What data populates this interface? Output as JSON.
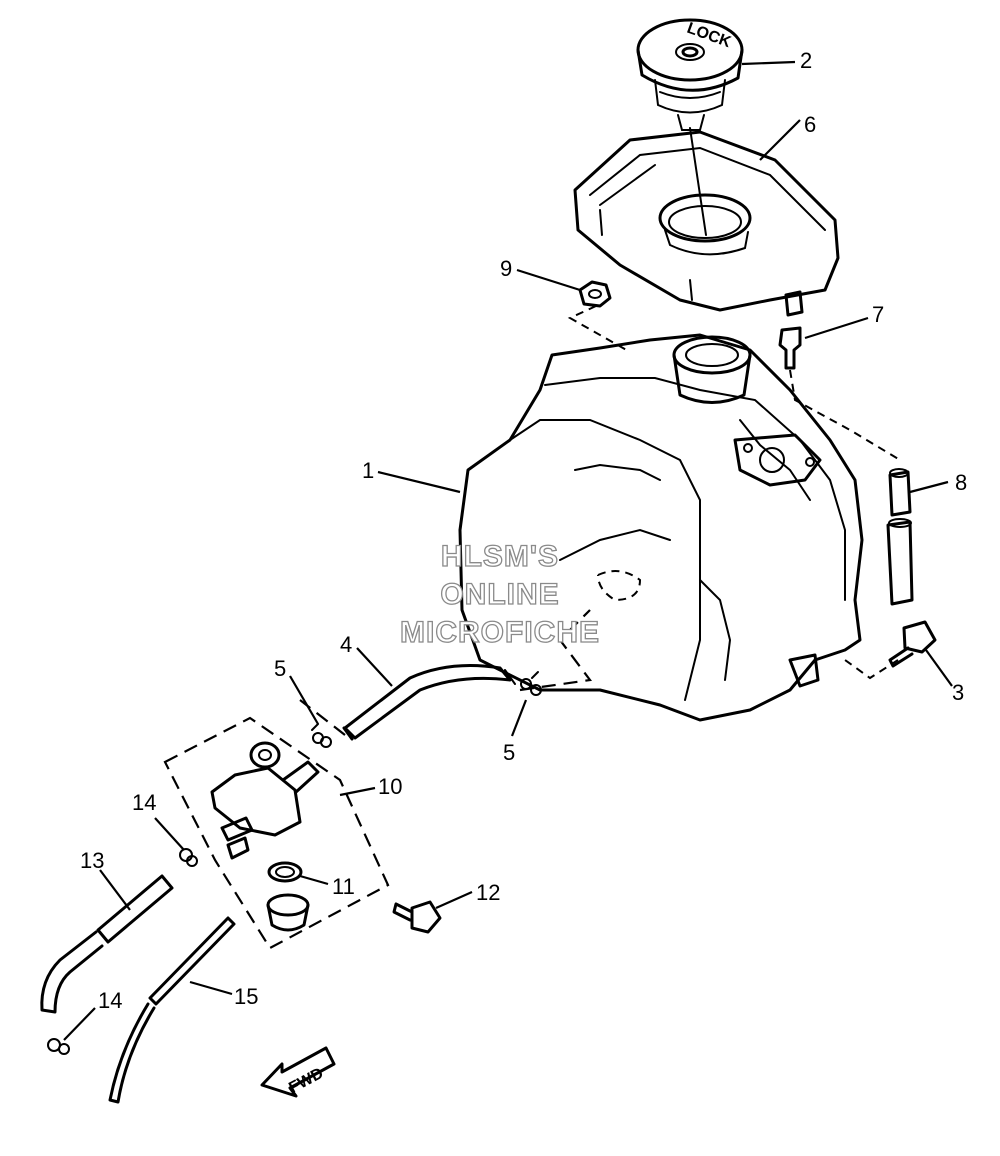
{
  "watermark": {
    "line1": "HLSM'S",
    "line2": "ONLINE",
    "line3": "MICROFICHE"
  },
  "direction_badge": "FWD",
  "callouts": [
    {
      "id": "tank",
      "label": "1"
    },
    {
      "id": "cap",
      "label": "2"
    },
    {
      "id": "bolt-right",
      "label": "3"
    },
    {
      "id": "fuel-hose",
      "label": "4"
    },
    {
      "id": "clip-upper",
      "label": "5"
    },
    {
      "id": "clip-lower",
      "label": "5"
    },
    {
      "id": "cover",
      "label": "6"
    },
    {
      "id": "fitting",
      "label": "7"
    },
    {
      "id": "breather-pipe",
      "label": "8"
    },
    {
      "id": "nut",
      "label": "9"
    },
    {
      "id": "fuel-cock",
      "label": "10"
    },
    {
      "id": "gasket",
      "label": "11"
    },
    {
      "id": "bolt-cock",
      "label": "12"
    },
    {
      "id": "hose-13",
      "label": "13"
    },
    {
      "id": "clip-14-upper",
      "label": "14"
    },
    {
      "id": "clip-14-lower",
      "label": "14"
    },
    {
      "id": "hose-15",
      "label": "15"
    }
  ]
}
